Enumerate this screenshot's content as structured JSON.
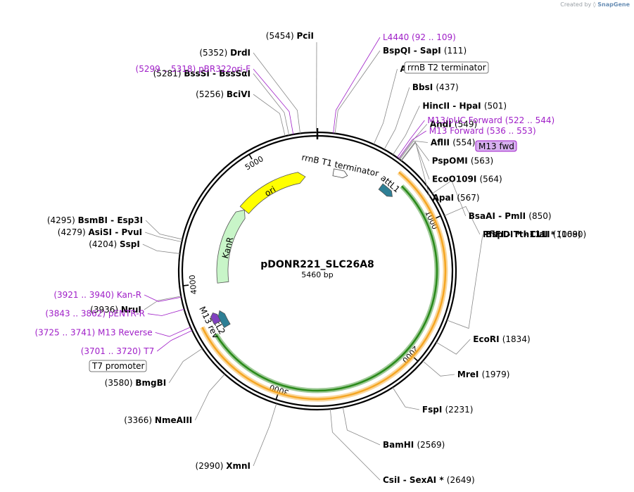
{
  "app": {
    "watermark_prefix": "Created by",
    "watermark_brand": "SnapGene"
  },
  "plasmid": {
    "name": "pDONR221_SLC26A8",
    "size_label": "5460 bp",
    "length": 5460
  },
  "ticks": [
    {
      "pos": 1000,
      "label": "1000"
    },
    {
      "pos": 2000,
      "label": "2000"
    },
    {
      "pos": 3000,
      "label": "3000"
    },
    {
      "pos": 4000,
      "label": "4000"
    },
    {
      "pos": 5000,
      "label": "5000"
    }
  ],
  "sites_right": [
    {
      "name": "PciI",
      "pos_text": "(5454)",
      "pos": 5454,
      "label_side": "left"
    },
    {
      "name": "BspQI  -  SapI",
      "pos_text": "(111)",
      "pos": 111
    },
    {
      "name": "AclI",
      "pos_text": "(364)",
      "pos": 364
    },
    {
      "name": "BbsI",
      "pos_text": "(437)",
      "pos": 437
    },
    {
      "name": "HincII  -  HpaI",
      "pos_text": "(501)",
      "pos": 501
    },
    {
      "name": "AhdI",
      "pos_text": "(549)",
      "pos": 549
    },
    {
      "name": "AflII",
      "pos_text": "(554)",
      "pos": 554
    },
    {
      "name": "PspOMI",
      "pos_text": "(563)",
      "pos": 563
    },
    {
      "name": "EcoO109I",
      "pos_text": "(564)",
      "pos": 564
    },
    {
      "name": "ApaI",
      "pos_text": "(567)",
      "pos": 567
    },
    {
      "name": "BsaAI  -  PmlI",
      "pos_text": "(850)",
      "pos": 850
    },
    {
      "name": "PflFI  -  Tth111I",
      "pos_text": "(1009)",
      "pos": 1009
    },
    {
      "name": "BspDI *  -  ClaI *",
      "pos_text": "(1680)",
      "pos": 1680
    },
    {
      "name": "EcoRI",
      "pos_text": "(1834)",
      "pos": 1834
    },
    {
      "name": "MreI",
      "pos_text": "(1979)",
      "pos": 1979
    },
    {
      "name": "FspI",
      "pos_text": "(2231)",
      "pos": 2231
    },
    {
      "name": "BamHI",
      "pos_text": "(2569)",
      "pos": 2569
    },
    {
      "name": "CsiI  -  SexAI *",
      "pos_text": "(2649)",
      "pos": 2649
    }
  ],
  "sites_left": [
    {
      "name": "DrdI",
      "pos_text": "(5352)",
      "pos": 5352
    },
    {
      "name": "BssSI  -  BssSαI",
      "pos_text": "(5281)",
      "pos": 5281
    },
    {
      "name": "BciVI",
      "pos_text": "(5256)",
      "pos": 5256
    },
    {
      "name": "BsmBI  -  Esp3I",
      "pos_text": "(4295)",
      "pos": 4295
    },
    {
      "name": "AsiSI  -  PvuI",
      "pos_text": "(4279)",
      "pos": 4279
    },
    {
      "name": "SspI",
      "pos_text": "(4204)",
      "pos": 4204
    },
    {
      "name": "NruI",
      "pos_text": "(3936)",
      "pos": 3936
    },
    {
      "name": "BmgBI",
      "pos_text": "(3580)",
      "pos": 3580
    },
    {
      "name": "NmeAIII",
      "pos_text": "(3366)",
      "pos": 3366
    },
    {
      "name": "XmnI",
      "pos_text": "(2990)",
      "pos": 2990
    }
  ],
  "primers": [
    {
      "name": "L4440",
      "range": "(92 .. 109)",
      "pos": 100
    },
    {
      "name": "pBR322ori-F",
      "range": "(5299 .. 5318)",
      "pos": 5308
    },
    {
      "name": "M13/pUC Forward",
      "range": "(522 .. 544)",
      "pos": 533
    },
    {
      "name": "M13 Forward",
      "range": "(536 .. 553)",
      "pos": 544
    },
    {
      "name": "Kan-R",
      "range": "(3921 .. 3940)",
      "pos": 3930
    },
    {
      "name": "pENTR-R",
      "range": "(3843 .. 3862)",
      "pos": 3852
    },
    {
      "name": "M13 Reverse",
      "range": "(3725 .. 3741)",
      "pos": 3733
    },
    {
      "name": "T7",
      "range": "(3701 .. 3720)",
      "pos": 3710
    }
  ],
  "boxed_features": [
    {
      "name": "rrnB T2 terminator",
      "style": "outline"
    },
    {
      "name": "M13 fwd",
      "style": "purple"
    },
    {
      "name": "T7 promoter",
      "style": "outline"
    }
  ],
  "features": [
    {
      "name": "ori",
      "start": 4700,
      "end": 5290,
      "color": "#ffff00"
    },
    {
      "name": "KanR",
      "start": 3990,
      "end": 4640,
      "color": "#c8f5c8"
    },
    {
      "name": "rrnB T1 terminator",
      "start": 140,
      "end": 230,
      "color": "#ffffff"
    },
    {
      "name": "attL1",
      "start": 560,
      "end": 650,
      "color": "#2e7f95"
    },
    {
      "name": "attL2",
      "start": 3620,
      "end": 3720,
      "color": "#2e7f95"
    },
    {
      "name": "M13 rev",
      "start": 3680,
      "end": 3740,
      "color": "#8040c0"
    }
  ],
  "inserts": [
    {
      "name": "orange",
      "start": 600,
      "end": 3700,
      "color": "#f5a623"
    },
    {
      "name": "green",
      "start": 680,
      "end": 3610,
      "color": "#2a8a1a"
    }
  ],
  "colors": {
    "primer": "#a020c8",
    "backbone": "#000000",
    "site_line": "#888888"
  }
}
